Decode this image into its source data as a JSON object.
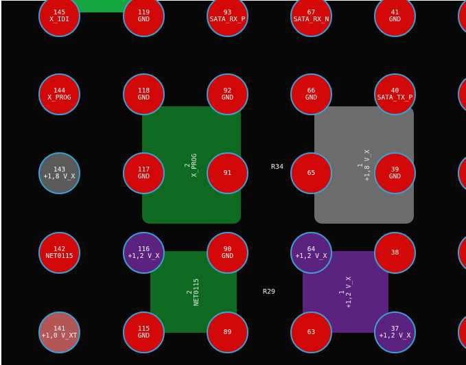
{
  "colors": {
    "board_background": "#070707",
    "pad_red": "#d20808",
    "pad_gray": "#5a5a5a",
    "pad_purple": "#5c227f",
    "pad_pink": "#b35656",
    "pad_ring": "#35a4d8",
    "smd_green": "#0e6a21",
    "smd_gray": "#6c6c6c",
    "smd_purple": "#5c227f",
    "trace_green": "#14a63c"
  },
  "pads": [
    {
      "number": "145",
      "net": "X_IDI",
      "color": "red"
    },
    {
      "number": "119",
      "net": "GND",
      "color": "red"
    },
    {
      "number": "93",
      "net": "SATA_RX_P",
      "color": "red"
    },
    {
      "number": "67",
      "net": "SATA_RX_N",
      "color": "red"
    },
    {
      "number": "41",
      "net": "GND",
      "color": "red"
    },
    {
      "number": "144",
      "net": "X_PROG",
      "color": "red"
    },
    {
      "number": "118",
      "net": "GND",
      "color": "red"
    },
    {
      "number": "92",
      "net": "GND",
      "color": "red"
    },
    {
      "number": "66",
      "net": "GND",
      "color": "red"
    },
    {
      "number": "40",
      "net": "SATA_TX_P",
      "color": "red"
    },
    {
      "number": "143",
      "net": "+1,8 V_X",
      "color": "gray"
    },
    {
      "number": "117",
      "net": "GND",
      "color": "red"
    },
    {
      "number": "91",
      "net": "",
      "color": "red"
    },
    {
      "number": "65",
      "net": "",
      "color": "red"
    },
    {
      "number": "39",
      "net": "GND",
      "color": "red"
    },
    {
      "number": "142",
      "net": "NET0115",
      "color": "red"
    },
    {
      "number": "116",
      "net": "+1,2 V_X",
      "color": "purple"
    },
    {
      "number": "90",
      "net": "GND",
      "color": "red"
    },
    {
      "number": "64",
      "net": "+1,2 V_X",
      "color": "purple"
    },
    {
      "number": "38",
      "net": "",
      "color": "red"
    },
    {
      "number": "141",
      "net": "+1,0 V_XT",
      "color": "pink"
    },
    {
      "number": "115",
      "net": "GND",
      "color": "red"
    },
    {
      "number": "89",
      "net": "",
      "color": "red"
    },
    {
      "number": "63",
      "net": "",
      "color": "red"
    },
    {
      "number": "37",
      "net": "+1,2 V_X",
      "color": "purple"
    }
  ],
  "smd_pads": [
    {
      "pin": "2",
      "net": "X_PROG",
      "color": "green"
    },
    {
      "pin": "1",
      "net": "+1,8 V_X",
      "color": "gray"
    },
    {
      "pin": "2",
      "net": "NET0115",
      "color": "green"
    },
    {
      "pin": "1",
      "net": "+1,2 V_X",
      "color": "purple"
    }
  ],
  "refdes": [
    "R34",
    "R29"
  ]
}
